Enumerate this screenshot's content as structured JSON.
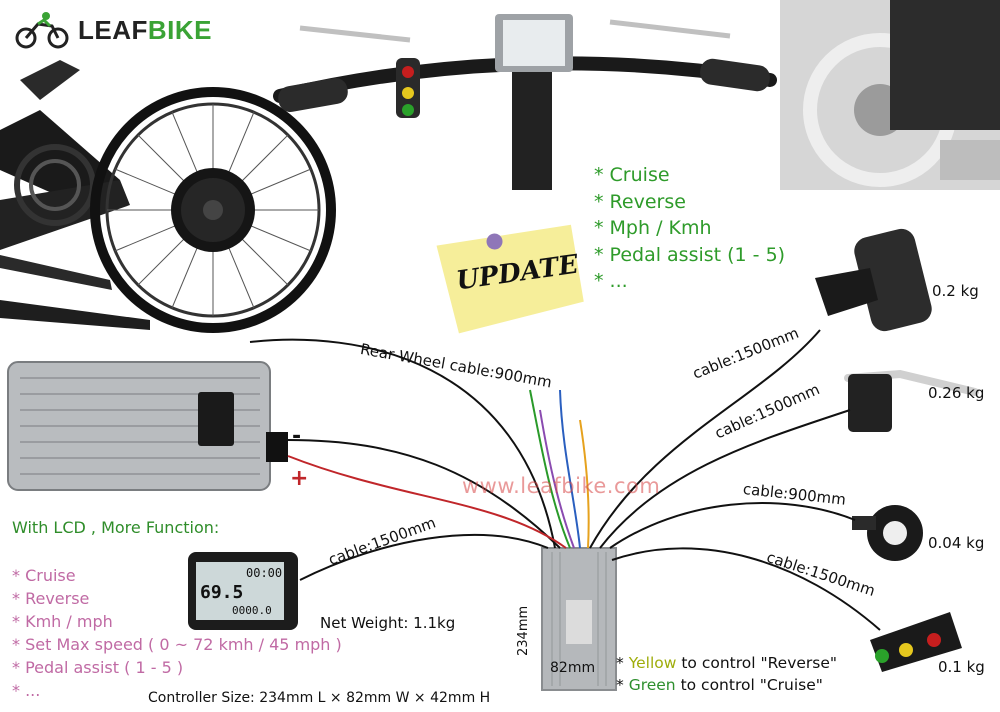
{
  "brand": {
    "leaf": "LEAF",
    "bike": "BIKE"
  },
  "features_top": [
    "* Cruise",
    "* Reverse",
    "* Mph / Kmh",
    "* Pedal assist (1 - 5)",
    "* ..."
  ],
  "update_note": "UPDATE",
  "lcd_panel": {
    "title": "With LCD , More Function:",
    "features": [
      "* Cruise",
      "* Reverse",
      "* Kmh / mph",
      "* Set Max speed ( 0 ~ 72 kmh / 45 mph )",
      "* Pedal assist ( 1 - 5 )",
      "* ..."
    ],
    "speed_reading": "69.5",
    "clock_reading": "00:00",
    "odo_reading": "0000.0"
  },
  "cables": {
    "rear_wheel": "Rear Wheel cable:900mm",
    "throttle": "cable:1500mm",
    "brake": "cable:1500mm",
    "pas": "cable:900mm",
    "switch": "cable:1500mm",
    "lcd": "cable:1500mm"
  },
  "weights": {
    "throttle": "0.2 kg",
    "brake": "0.26 kg",
    "pas": "0.04 kg",
    "switch": "0.1 kg",
    "controller": "Net Weight: 1.1kg"
  },
  "battery": {
    "minus": "-",
    "plus": "+"
  },
  "watermark": "www.leafbike.com",
  "controller": {
    "height_dim": "234mm",
    "width_dim": "82mm",
    "size_line": "Controller Size: 234mm L × 82mm W × 42mm H"
  },
  "switch_notes": {
    "yellow_prefix": "* ",
    "yellow_word": "Yellow",
    "yellow_rest": " to control \"Reverse\"",
    "green_prefix": "* ",
    "green_word": "Green",
    "green_rest": " to control \"Cruise\""
  },
  "colors": {
    "brand_green": "#3aa335",
    "feature_green": "#2e9b2a",
    "feature_pink": "#c06aa4",
    "yellow_text": "#9fad0b"
  }
}
